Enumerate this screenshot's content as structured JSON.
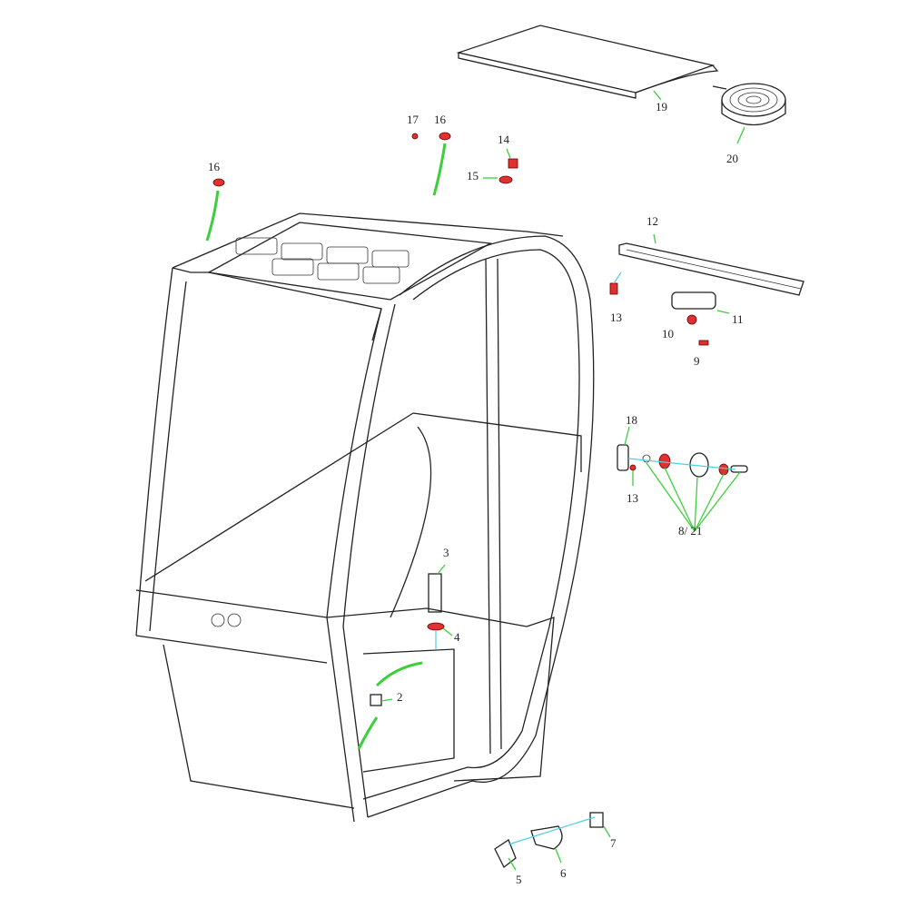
{
  "callouts": {
    "c2": "2",
    "c3": "3",
    "c4": "4",
    "c5": "5",
    "c6": "6",
    "c7": "7",
    "c8_21": "8/ 21",
    "c9": "9",
    "c10": "10",
    "c11": "11",
    "c12": "12",
    "c13a": "13",
    "c13b": "13",
    "c14": "14",
    "c15": "15",
    "c16a": "16",
    "c16b": "16",
    "c17": "17",
    "c18": "18",
    "c19": "19",
    "c20": "20"
  },
  "colors": {
    "leader": "#3ccf3c",
    "axis": "#4fd0e0",
    "highlight": "#e03030"
  }
}
